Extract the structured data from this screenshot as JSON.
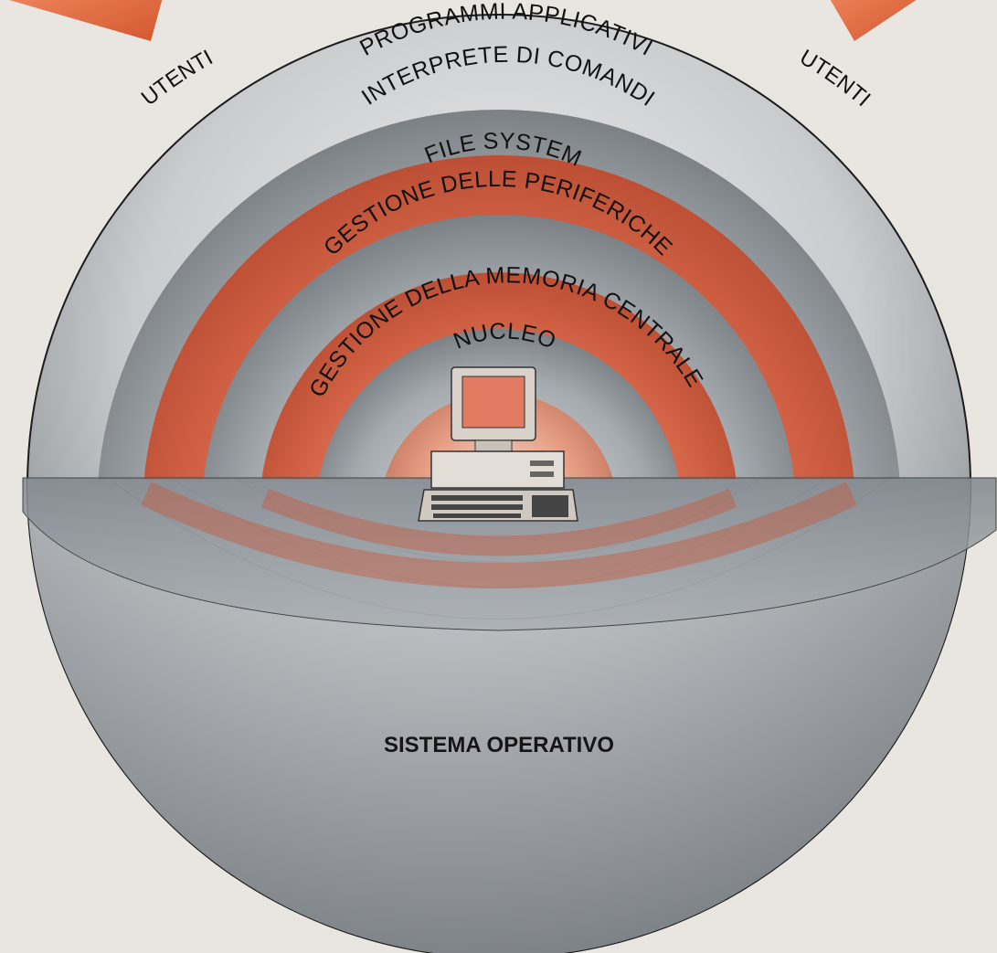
{
  "diagram": {
    "title": "",
    "layers": [
      {
        "label": "PROGRAMMI APPLICATIVI"
      },
      {
        "label": "INTERPRETE DI COMANDI"
      },
      {
        "label": "FILE SYSTEM"
      },
      {
        "label": "GESTIONE DELLE PERIFERICHE"
      },
      {
        "label": "GESTIONE DELLA MEMORIA CENTRALE"
      },
      {
        "label": "NUCLEO"
      }
    ],
    "users_left": "UTENTI",
    "users_right": "UTENTI",
    "base_label": "SISTEMA OPERATIVO"
  },
  "colors": {
    "gray_band": "#8e949a",
    "orange_band": "#d0664a",
    "arrow": "#e06a3f",
    "disc": "#9aa0a5",
    "page": "#e9e6e1"
  }
}
